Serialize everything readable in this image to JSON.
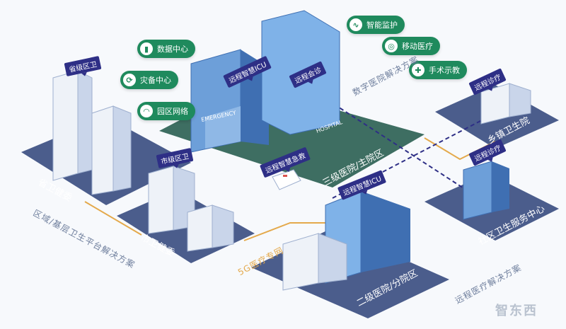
{
  "platform_labels": {
    "emergency": "EMERGENCY",
    "hospital": "HOSPITAL"
  },
  "feature_pills": [
    {
      "label": "数据中心",
      "icon": "bar-chart-icon"
    },
    {
      "label": "灾备中心",
      "icon": "refresh-icon"
    },
    {
      "label": "园区网络",
      "icon": "wifi-icon"
    },
    {
      "label": "智能监护",
      "icon": "pulse-icon"
    },
    {
      "label": "移动医疗",
      "icon": "signal-icon"
    },
    {
      "label": "手术示教",
      "icon": "syringe-icon"
    }
  ],
  "tags": {
    "province": "省级区卫",
    "city": "市级区卫",
    "icu_main": "远程智慧ICU",
    "consult": "远程会诊",
    "emergency_rescue": "远程智慧急救",
    "icu_branch": "远程智慧ICU",
    "township_dx": "远程诊疗",
    "community_dx": "远程诊疗"
  },
  "platforms": {
    "provincial": "省卫健委",
    "municipal": "市卫健委",
    "tertiary": "三级医院/主院区",
    "secondary": "二级医院/分院区",
    "township": "乡镇卫生院",
    "community": "社区卫生服务中心"
  },
  "outer_labels": {
    "regional": "区域/基层卫生平台解决方案",
    "digital": "数字医院解决方案",
    "remote": "远程医疗解决方案",
    "network": "5G医疗专网"
  },
  "watermark": "智东西",
  "colors": {
    "pill_green": "#1f8a5d",
    "tag_navy": "#2e2f86",
    "main_plate": "#3e6e62",
    "side_plate": "#4b5d8c",
    "link_orange": "#e4a94b",
    "link_dashed": "#2e2f86"
  }
}
